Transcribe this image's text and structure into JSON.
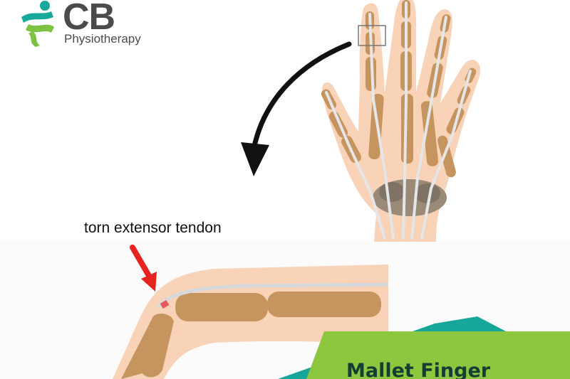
{
  "brand": {
    "name": "CB",
    "subtitle": "Physiotherapy",
    "primary_color": "#4b4b4b",
    "accent_green": "#7dc242",
    "accent_teal": "#19a99b"
  },
  "annotation": {
    "label": "torn extensor tendon",
    "arrow_color": "#e52420"
  },
  "banner": {
    "title": "Mallet Finger",
    "green": "#8dc63f",
    "teal": "#17a79a",
    "text_color": "#143d34"
  },
  "illustration": {
    "skin": "#f9d3b7",
    "bone": "#c6955f",
    "tendon": "#d6d9db",
    "icons": [
      "hand-skeleton-icon",
      "curved-arrow-icon",
      "finger-cross-section-icon",
      "runner-logo-icon"
    ]
  }
}
